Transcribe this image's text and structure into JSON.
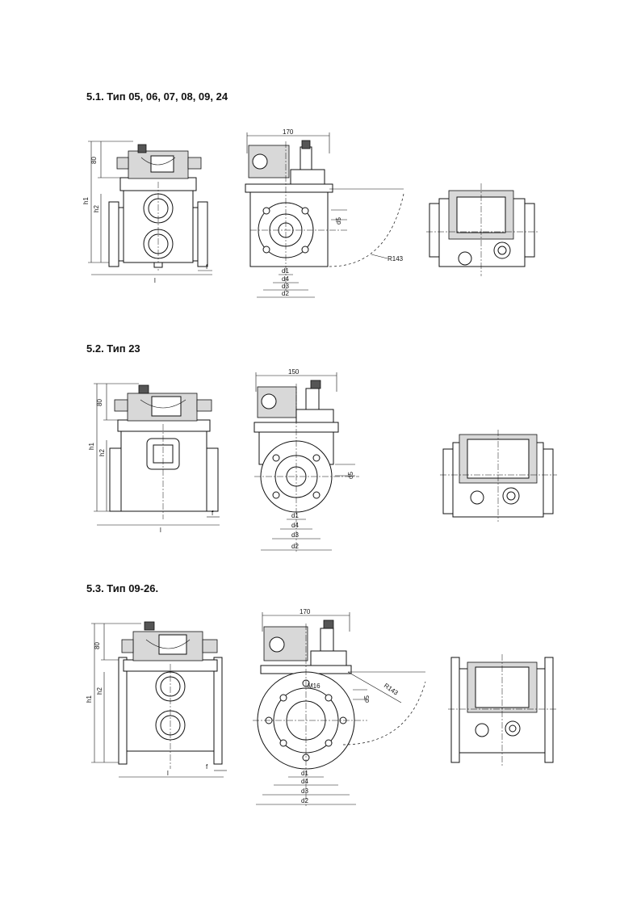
{
  "sections": [
    {
      "heading": "5.1. Тип 05, 06, 07, 08, 09, 24",
      "side": {
        "dim_top": "80",
        "dim_h1": "h1",
        "dim_h2": "h2",
        "dim_l": "l",
        "dim_f": "f"
      },
      "front": {
        "width_label": "170",
        "d1": "d1",
        "d2": "d2",
        "d3": "d3",
        "d4": "d4",
        "d5": "d5",
        "radius": "R143"
      }
    },
    {
      "heading": "5.2. Тип 23",
      "side": {
        "dim_top": "80",
        "dim_h1": "h1",
        "dim_h2": "h2",
        "dim_l": "l",
        "dim_f": "f"
      },
      "front": {
        "width_label": "150",
        "d1": "d1",
        "d2": "d2",
        "d3": "d3",
        "d4": "d4",
        "d5": "d5"
      }
    },
    {
      "heading": "5.3. Тип 09-26.",
      "side": {
        "dim_top": "80",
        "dim_h1": "h1",
        "dim_h2": "h2",
        "dim_l": "l",
        "dim_f": "f"
      },
      "front": {
        "width_label": "170",
        "d1": "d1",
        "d2": "d2",
        "d3": "d3",
        "d4": "d4",
        "d5": "d5",
        "radius": "R143",
        "thread": "M16"
      }
    }
  ]
}
